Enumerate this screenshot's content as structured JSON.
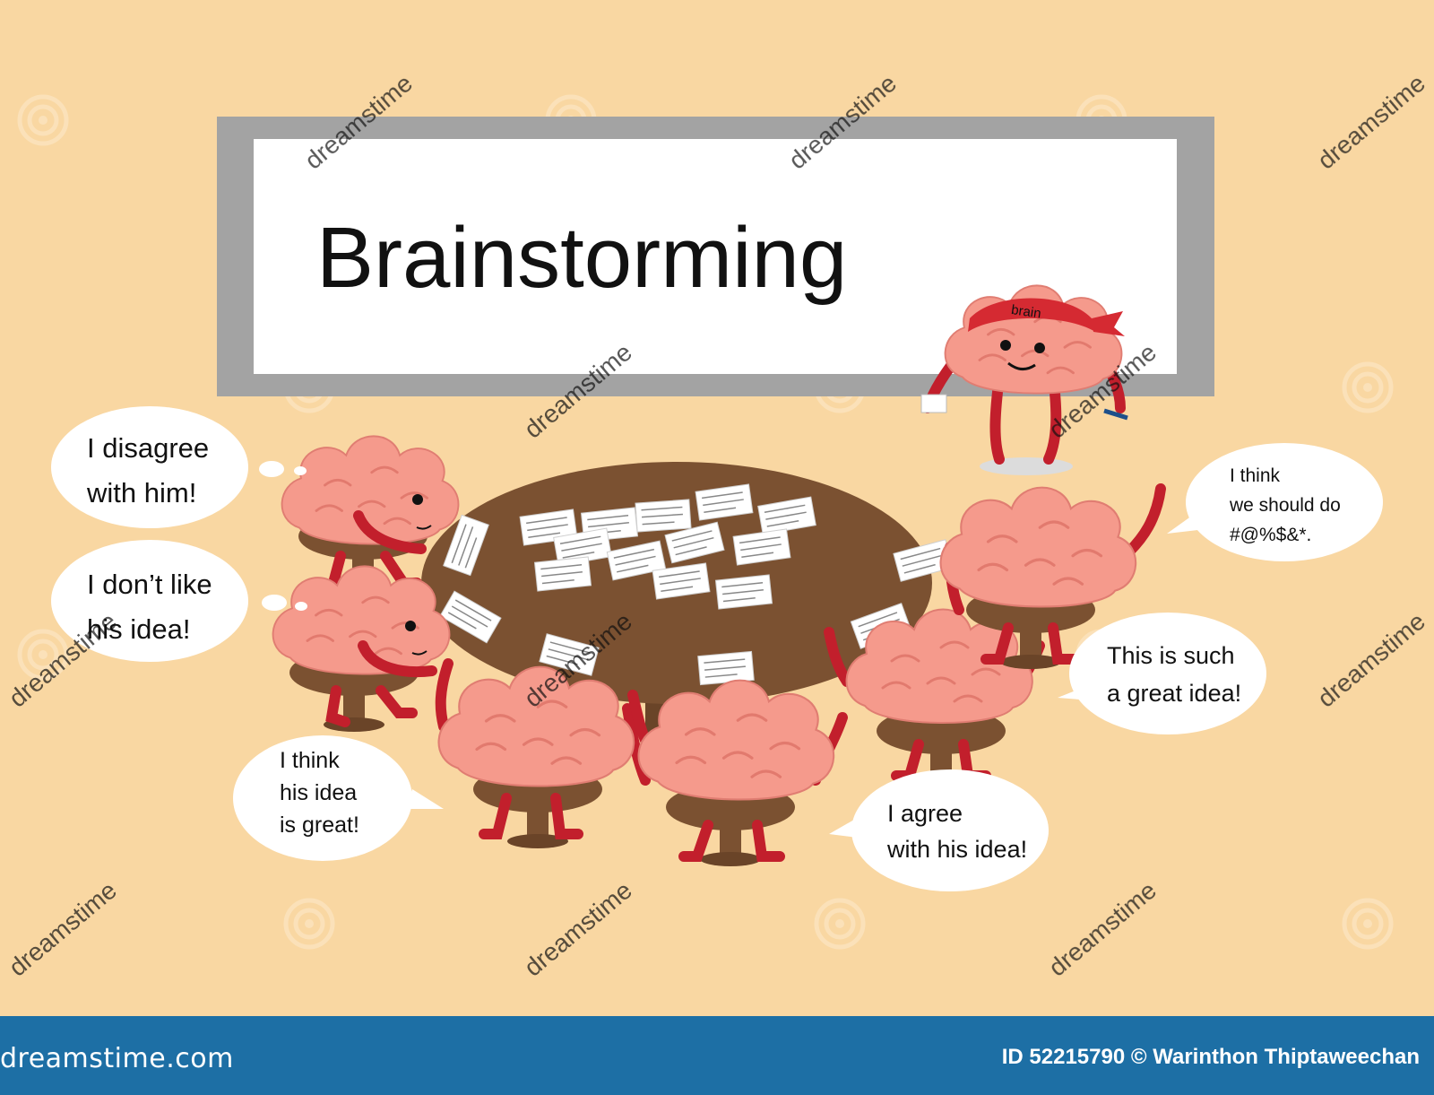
{
  "board": {
    "title": "Brainstorming"
  },
  "leader": {
    "headband_text": "brain"
  },
  "bubbles": {
    "disagree": [
      "I disagree",
      "with him!"
    ],
    "dont_like": [
      "I don’t like",
      "his idea!"
    ],
    "think_great": [
      "I think",
      "his idea",
      "is great!"
    ],
    "should_do": [
      "I think",
      "we should do",
      "#@%$&*."
    ],
    "such_great": [
      "This is such",
      "a great idea!"
    ],
    "agree": [
      "I agree",
      "with his idea!"
    ]
  },
  "footer": {
    "brand": "dreamstime.com",
    "credit": "ID 52215790 © Warinthon Thiptaweechan"
  },
  "watermark": {
    "text": "dreamstime"
  },
  "colors": {
    "background": "#f9d7a2",
    "board_frame": "#a3a3a3",
    "table": "#7b5131",
    "brain": "#f59a8c",
    "limbs": "#c21f2c",
    "footer": "#1d6fa5"
  }
}
